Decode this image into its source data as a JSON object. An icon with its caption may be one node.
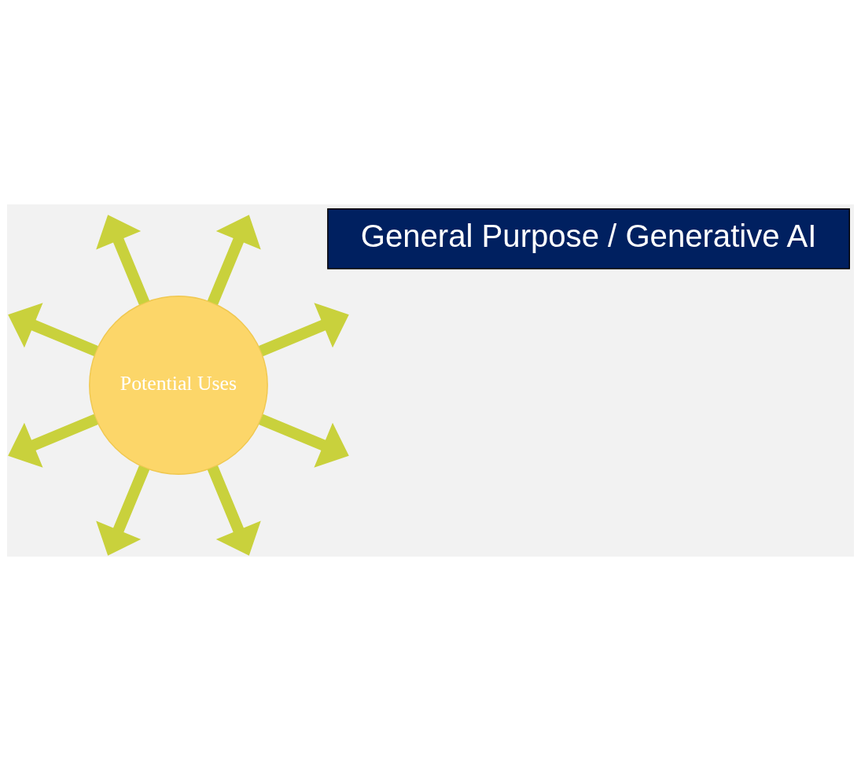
{
  "diagram": {
    "nodes": [
      {
        "text": [
          "General Purpose / Generative AI"
        ]
      },
      {
        "text": [
          "Potential Uses"
        ]
      }
    ],
    "edges": [
      {
        "from": 1,
        "to": null,
        "arrow": "to"
      },
      {
        "from": 1,
        "to": null,
        "arrow": "to"
      },
      {
        "from": 1,
        "to": null,
        "arrow": "to"
      },
      {
        "from": 1,
        "to": null,
        "arrow": "to"
      },
      {
        "from": 1,
        "to": null,
        "arrow": "to"
      },
      {
        "from": 1,
        "to": null,
        "arrow": "to"
      },
      {
        "from": 1,
        "to": null,
        "arrow": "to"
      },
      {
        "from": 1,
        "to": null,
        "arrow": "to"
      }
    ]
  }
}
